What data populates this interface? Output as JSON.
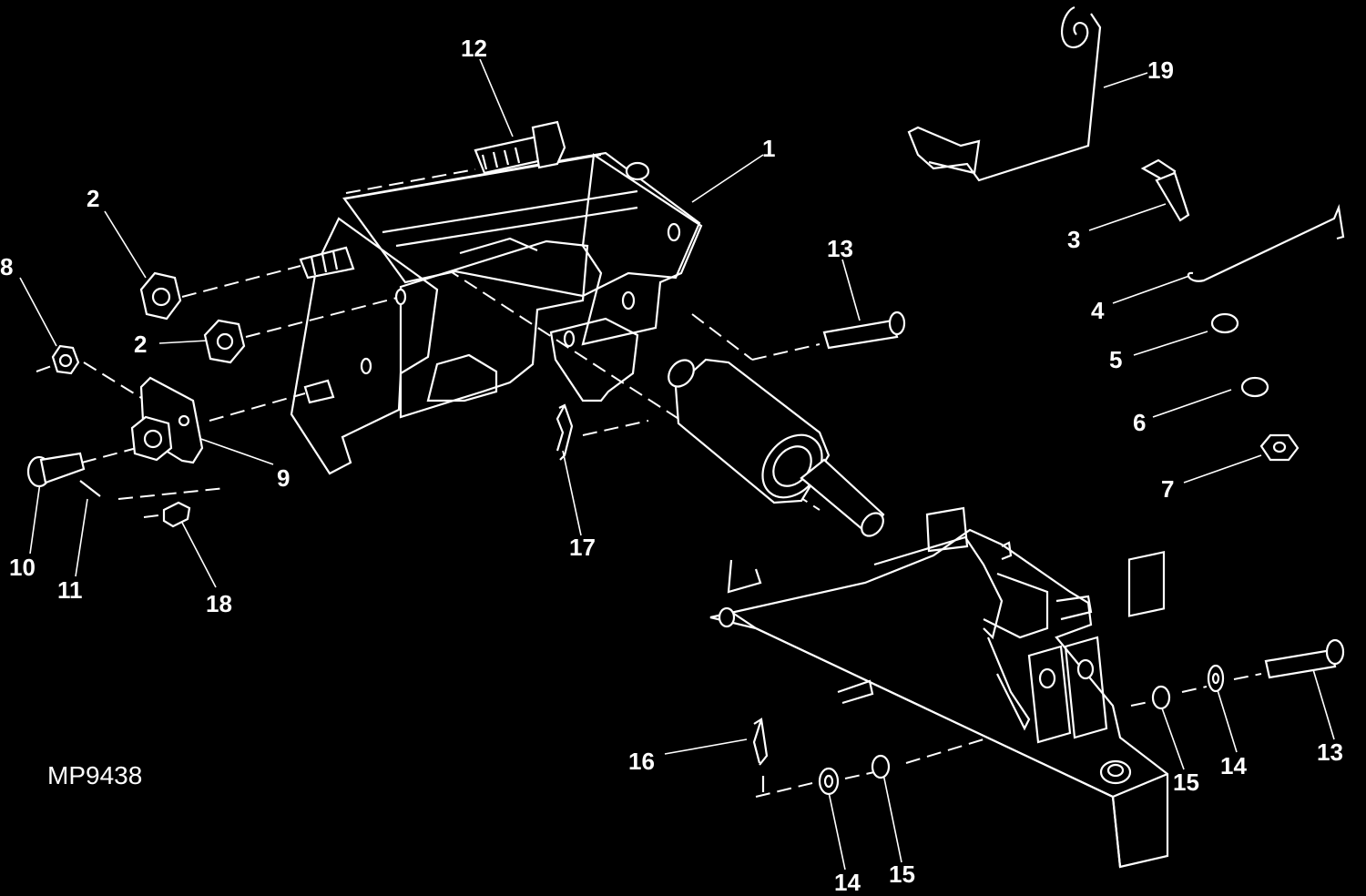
{
  "figure": {
    "id": "MP9438",
    "callouts": [
      {
        "key": "c1",
        "text": "1"
      },
      {
        "key": "c2a",
        "text": "2"
      },
      {
        "key": "c2b",
        "text": "2"
      },
      {
        "key": "c3",
        "text": "3"
      },
      {
        "key": "c4",
        "text": "4"
      },
      {
        "key": "c5",
        "text": "5"
      },
      {
        "key": "c6",
        "text": "6"
      },
      {
        "key": "c7",
        "text": "7"
      },
      {
        "key": "c8",
        "text": "8"
      },
      {
        "key": "c9",
        "text": "9"
      },
      {
        "key": "c10",
        "text": "10"
      },
      {
        "key": "c11",
        "text": "11"
      },
      {
        "key": "c12",
        "text": "12"
      },
      {
        "key": "c13a",
        "text": "13"
      },
      {
        "key": "c13b",
        "text": "13"
      },
      {
        "key": "c14a",
        "text": "14"
      },
      {
        "key": "c14b",
        "text": "14"
      },
      {
        "key": "c15a",
        "text": "15"
      },
      {
        "key": "c15b",
        "text": "15"
      },
      {
        "key": "c16",
        "text": "16"
      },
      {
        "key": "c17",
        "text": "17"
      },
      {
        "key": "c18",
        "text": "18"
      },
      {
        "key": "c19",
        "text": "19"
      }
    ]
  },
  "colors": {
    "background": "#000000",
    "ink": "#ffffff"
  }
}
